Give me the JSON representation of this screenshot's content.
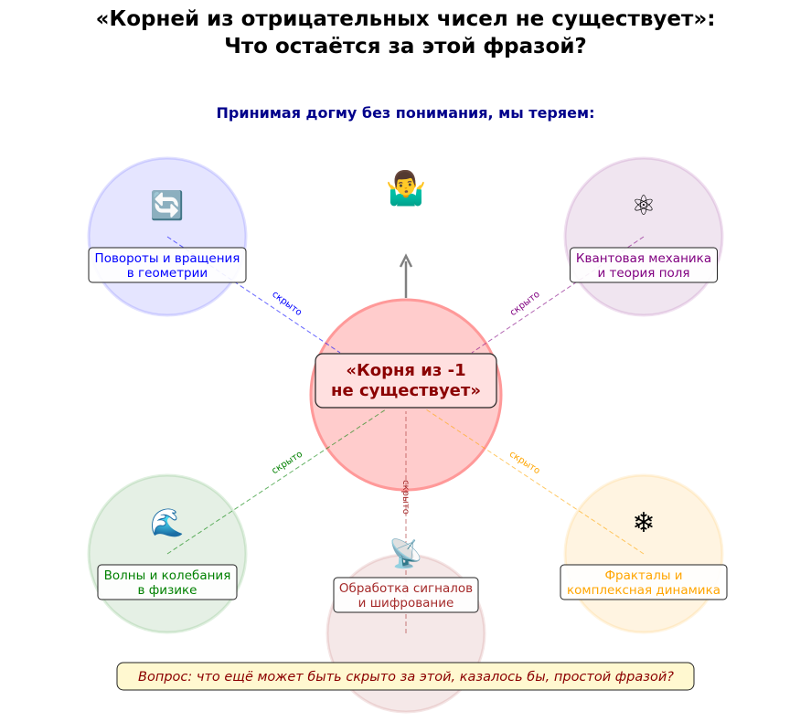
{
  "title": {
    "line1": "«Корней из отрицательных чисел не существует»:",
    "line2": "Что остаётся за этой фразой?"
  },
  "subtitle": "Принимая догму без понимания, мы теряем:",
  "top_icon": "🤷‍♂️",
  "center": {
    "line1": "«Корня из -1",
    "line2": "не существует»",
    "fill": "#ffcccc",
    "text_color": "#8b0000"
  },
  "edge_label": "скрыто",
  "topics": [
    {
      "line1": "Повороты и вращения",
      "line2": "в геометрии",
      "icon": "🔄",
      "color": "#0000ff",
      "fill": "#e5e5ff"
    },
    {
      "line1": "Квантовая механика",
      "line2": "и теория поля",
      "icon": "⚛",
      "color": "#800080",
      "fill": "#f0e5f0"
    },
    {
      "line1": "Волны и колебания",
      "line2": "в физике",
      "icon": "🌊",
      "color": "#008000",
      "fill": "#e5f0e5"
    },
    {
      "line1": "Фракталы и",
      "line2": "комплексная динамика",
      "icon": "❄",
      "color": "#ffa500",
      "fill": "#fff4e1"
    },
    {
      "line1": "Обработка сигналов",
      "line2": "и шифрование",
      "icon": "📡",
      "color": "#a52a2a",
      "fill": "#f5e8e8"
    }
  ],
  "question": "Вопрос: что ещё может быть скрыто за этой, казалось бы, простой фразой?"
}
